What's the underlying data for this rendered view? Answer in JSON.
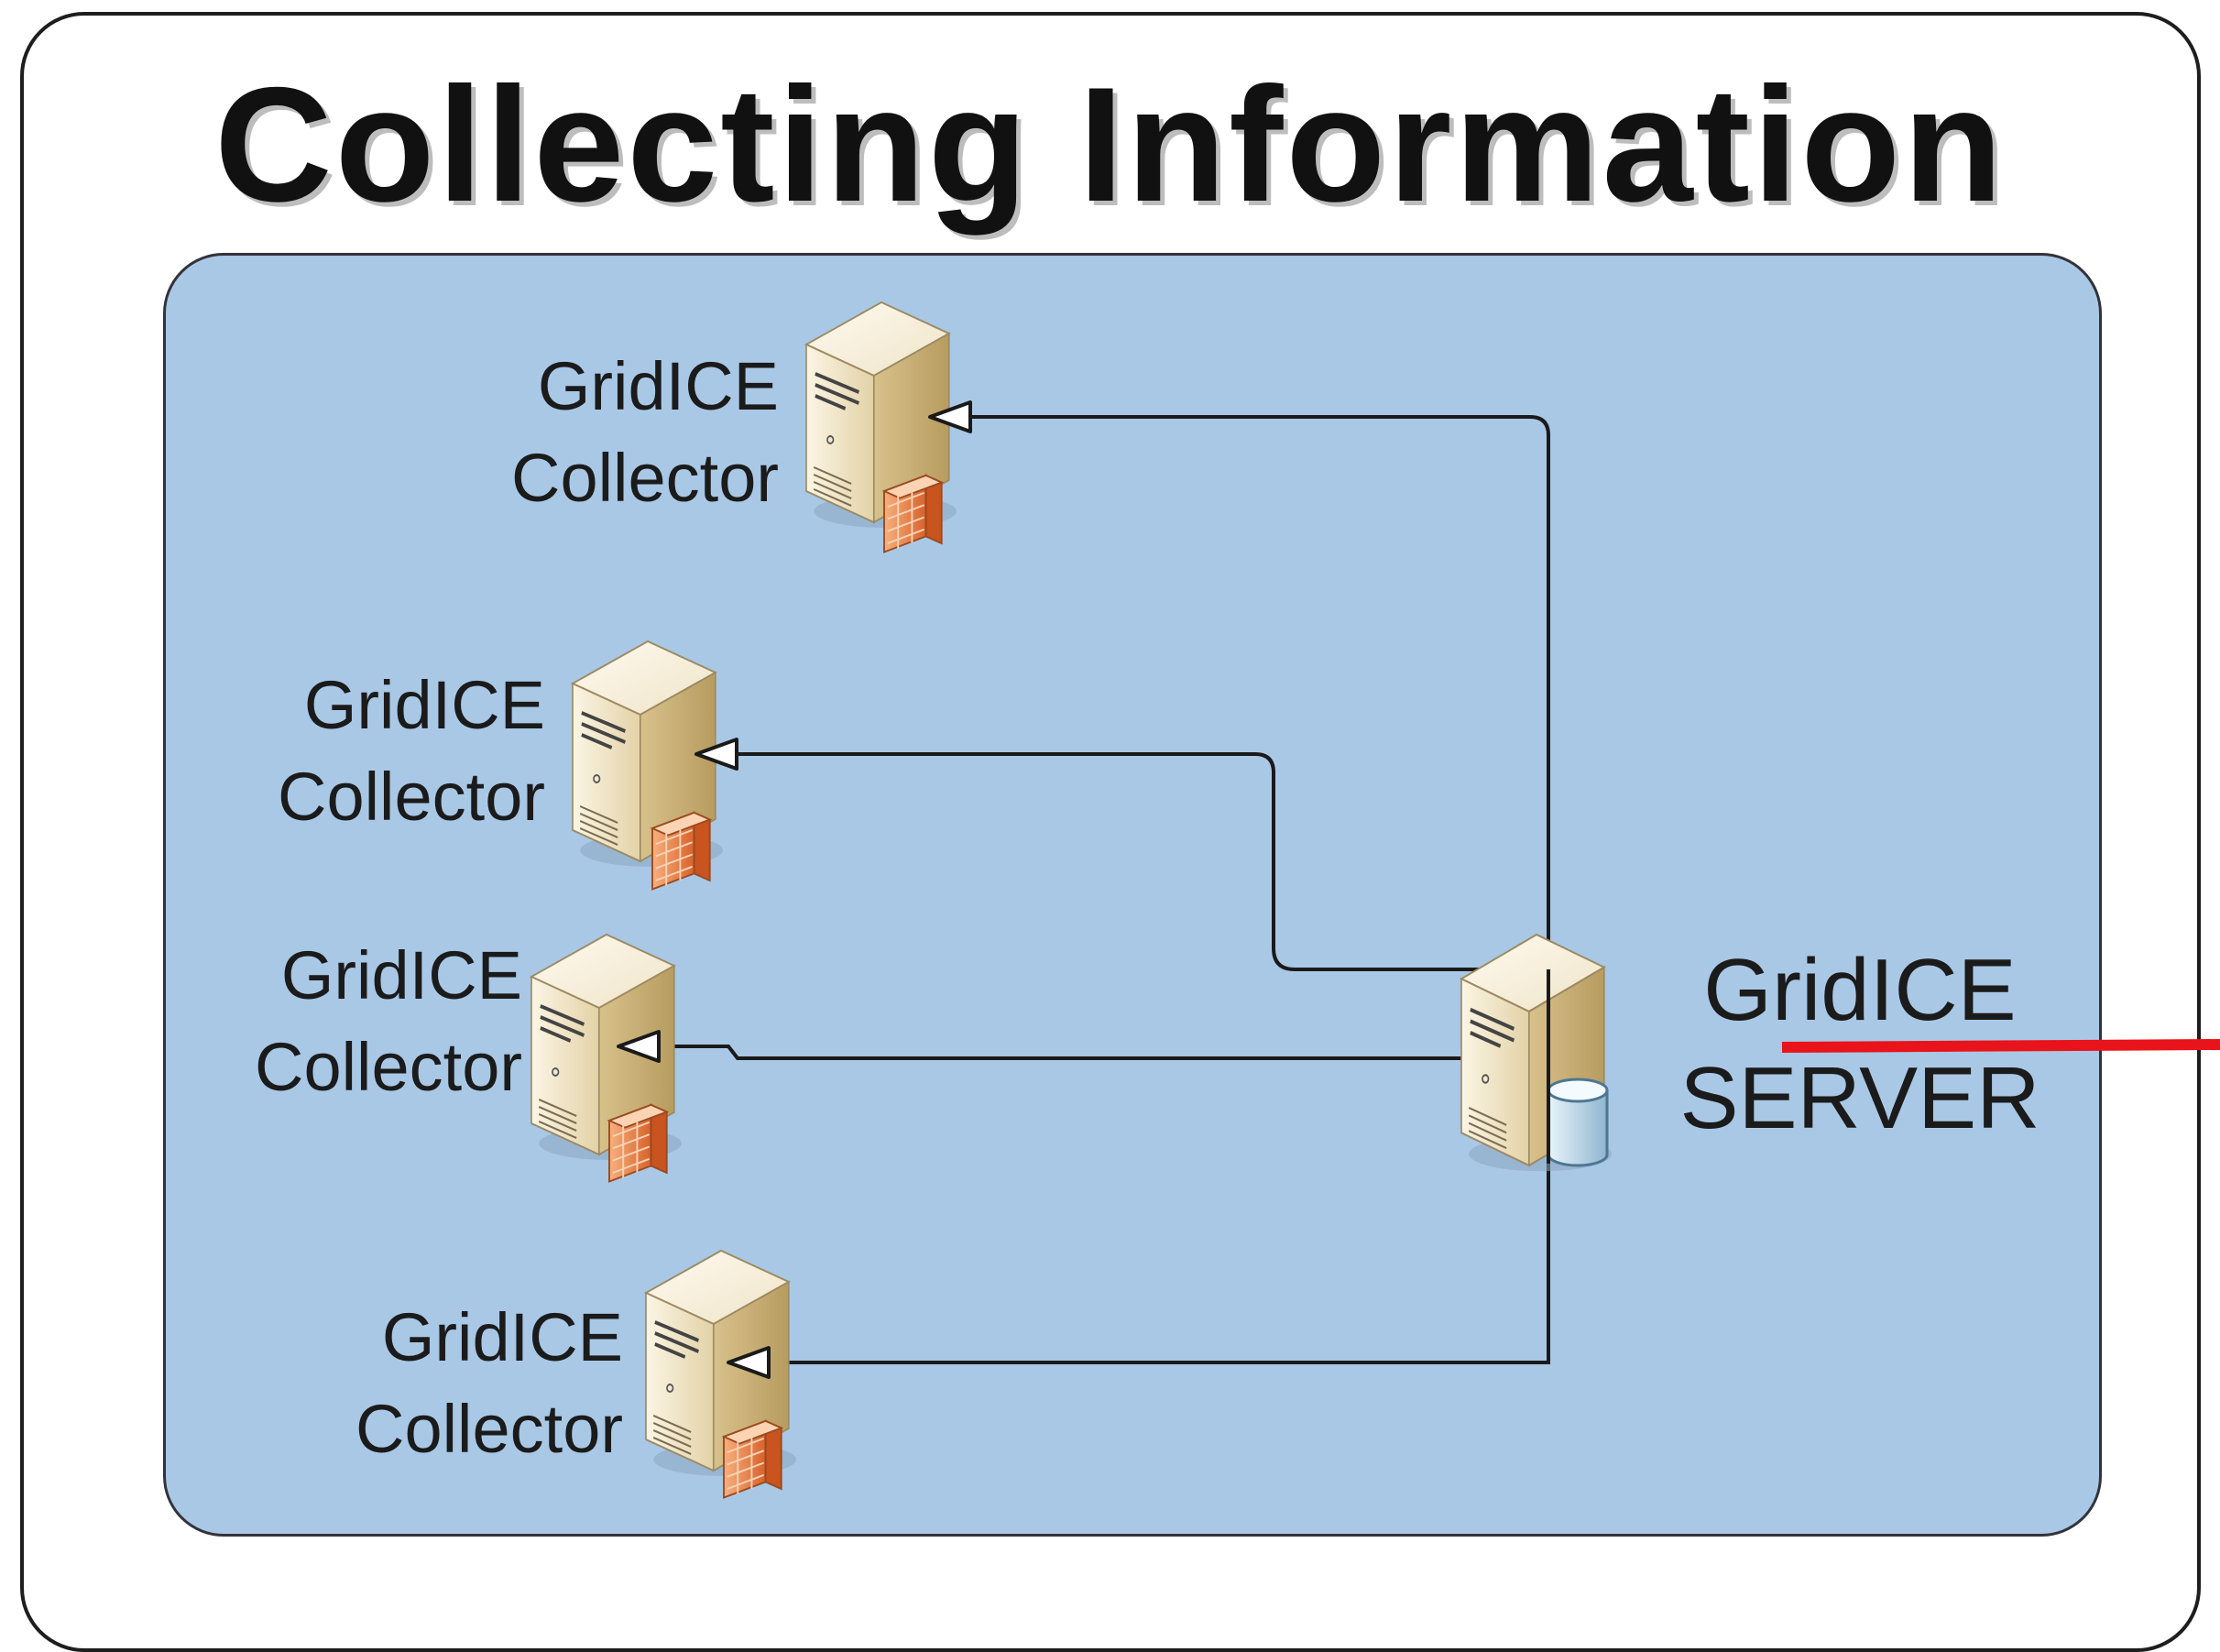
{
  "title": "Collecting Information",
  "server": {
    "line1": "GridICE",
    "line2": "SERVER"
  },
  "collectors": [
    {
      "line1": "GridICE",
      "line2": "Collector"
    },
    {
      "line1": "GridICE",
      "line2": "Collector"
    },
    {
      "line1": "GridICE",
      "line2": "Collector"
    },
    {
      "line1": "GridICE",
      "line2": "Collector"
    }
  ],
  "icons": [
    "server-tower-icon",
    "database-icon",
    "firewall-icon",
    "arrowhead-icon"
  ],
  "colors": {
    "panel": "#a9c8e6",
    "connector": "#1a1a1a",
    "annotation": "#e8131b",
    "server_body": "#efe3c4"
  }
}
